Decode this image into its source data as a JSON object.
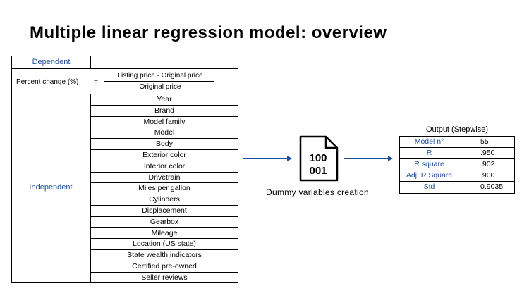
{
  "title": "Multiple linear regression model: overview",
  "dependent": {
    "label": "Dependent",
    "formula_lhs": "Percent change (%)",
    "formula_eq": "=",
    "formula_numerator": "Listing price - Original price",
    "formula_denominator": "Original price"
  },
  "independent": {
    "label": "Independent",
    "variables": [
      "Year",
      "Brand",
      "Model family",
      "Model",
      "Body",
      "Exterior color",
      "Interior color",
      "Drivetrain",
      "Miles per gallon",
      "Cylinders",
      "Displacement",
      "Gearbox",
      "Mileage",
      "Location (US state)",
      "State wealth indicators",
      "Certified pre-owned",
      "Seller reviews"
    ]
  },
  "dummy": {
    "icon": "binary-file-icon",
    "line1": "100",
    "line2": "001",
    "label": "Dummy variables creation"
  },
  "output": {
    "title": "Output (Stepwise)",
    "rows": [
      {
        "label": "Model n°",
        "value": "55"
      },
      {
        "label": "R",
        "value": ".950"
      },
      {
        "label": "R square",
        "value": ".902"
      },
      {
        "label": "Adj. R Square",
        "value": ".900"
      },
      {
        "label": "Std",
        "value": "0.9035"
      }
    ]
  },
  "colors": {
    "accent": "#1f4e9c",
    "text": "#000000"
  }
}
